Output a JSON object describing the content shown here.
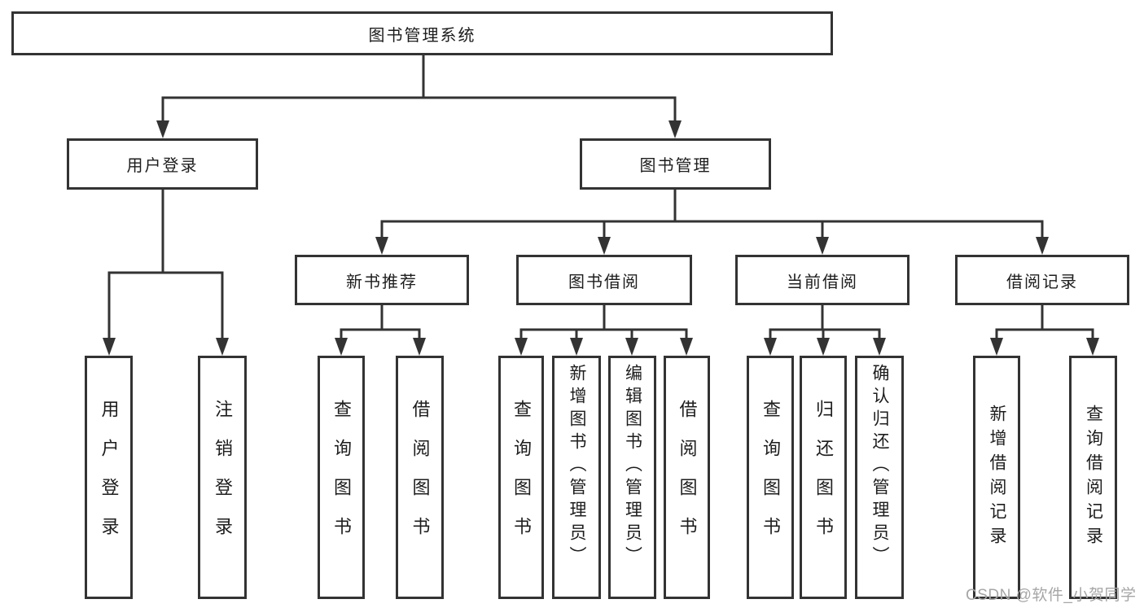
{
  "diagram": {
    "root": {
      "label": "图书管理系统"
    },
    "level2": [
      {
        "label": "用户登录",
        "children": [
          "用户登录",
          "注销登录"
        ]
      },
      {
        "label": "图书管理",
        "children": [
          "新书推荐",
          "图书借阅",
          "当前借阅",
          "借阅记录"
        ]
      }
    ],
    "level3": [
      {
        "label": "新书推荐",
        "children": [
          "查询图书",
          "借阅图书"
        ]
      },
      {
        "label": "图书借阅",
        "children": [
          "查询图书",
          "新增图书（管理员）",
          "编辑图书（管理员）",
          "借阅图书"
        ]
      },
      {
        "label": "当前借阅",
        "children": [
          "查询图书",
          "归还图书",
          "确认归还（管理员）"
        ]
      },
      {
        "label": "借阅记录",
        "children": [
          "新增借阅记录",
          "查询借阅记录"
        ]
      }
    ],
    "watermark": "CSDN @软件_小贺同学",
    "colors": {
      "line": "#333333",
      "text": "#1d1d1d",
      "watermark": "#a6a6a6",
      "background": "#ffffff"
    }
  }
}
